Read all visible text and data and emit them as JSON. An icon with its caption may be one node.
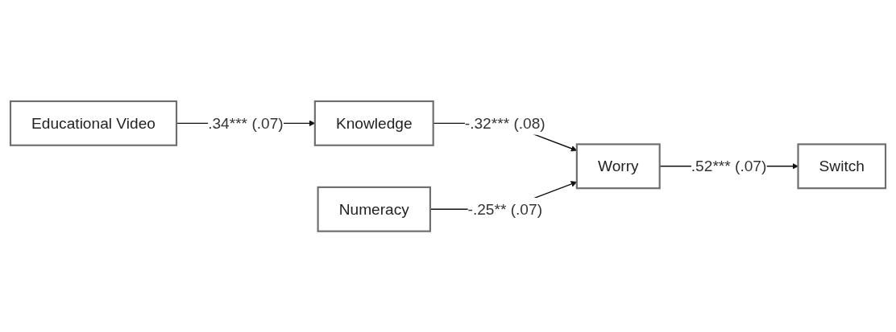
{
  "diagram": {
    "nodes": [
      {
        "text": [
          "Educational Video"
        ]
      },
      {
        "text": [
          "Knowledge"
        ]
      },
      {
        "text": [
          "Switch"
        ]
      },
      {
        "text": [
          "Numeracy"
        ]
      },
      {
        "text": [
          "Worry"
        ]
      }
    ],
    "edges": [
      {
        "from": 0,
        "to": 1,
        "arrow": "to",
        "label": ".34*** (.07)"
      },
      {
        "from": 1,
        "to": 4,
        "arrow": "to",
        "label": "-.32*** (.08)"
      },
      {
        "from": 3,
        "to": 4,
        "arrow": "to",
        "label": "-.25** (.07)"
      },
      {
        "from": 4,
        "to": 2,
        "arrow": "to",
        "label": ".52*** (.07)"
      }
    ]
  }
}
